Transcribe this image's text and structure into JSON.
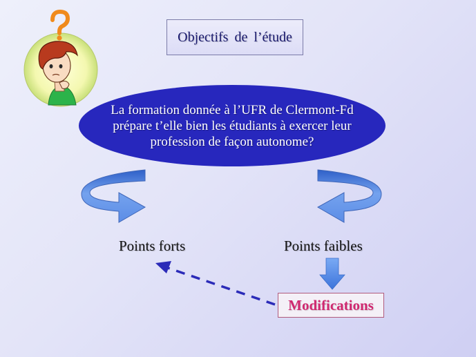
{
  "title": "Objectifs  de l’étude",
  "question_lines": [
    "La formation donnée à l’UFR de Clermont-Fd",
    "prépare t’elle bien  les étudiants à exercer leur",
    "profession de façon autonome?"
  ],
  "strengths_label": "Points forts",
  "weaknesses_label": "Points faibles",
  "modifications_label": "Modifications",
  "colors": {
    "ellipse": "#2727bd",
    "arrow_fill": "#5c8de6",
    "dashed_arrow": "#2b2bb8",
    "modifications_text": "#d02870"
  }
}
